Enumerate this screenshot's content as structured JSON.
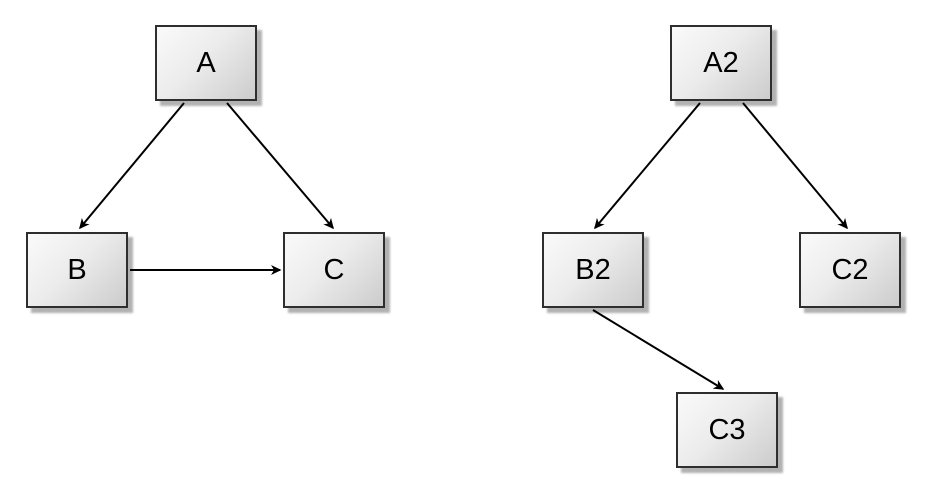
{
  "colors": {
    "background": "#ffffff",
    "node_fill_top": "#fafafa",
    "node_fill_bottom": "#cccccc",
    "node_border": "#2e2e2e",
    "edge": "#000000",
    "node_text": "#000000"
  },
  "left_graph": {
    "nodes": [
      {
        "id": "A",
        "label": "A"
      },
      {
        "id": "B",
        "label": "B"
      },
      {
        "id": "C",
        "label": "C"
      }
    ],
    "edges": [
      {
        "from": "A",
        "to": "B"
      },
      {
        "from": "A",
        "to": "C"
      },
      {
        "from": "B",
        "to": "C"
      }
    ]
  },
  "right_graph": {
    "nodes": [
      {
        "id": "A2",
        "label": "A2"
      },
      {
        "id": "B2",
        "label": "B2"
      },
      {
        "id": "C2",
        "label": "C2"
      },
      {
        "id": "C3",
        "label": "C3"
      }
    ],
    "edges": [
      {
        "from": "A2",
        "to": "B2"
      },
      {
        "from": "A2",
        "to": "C2"
      },
      {
        "from": "B2",
        "to": "C3"
      }
    ]
  }
}
